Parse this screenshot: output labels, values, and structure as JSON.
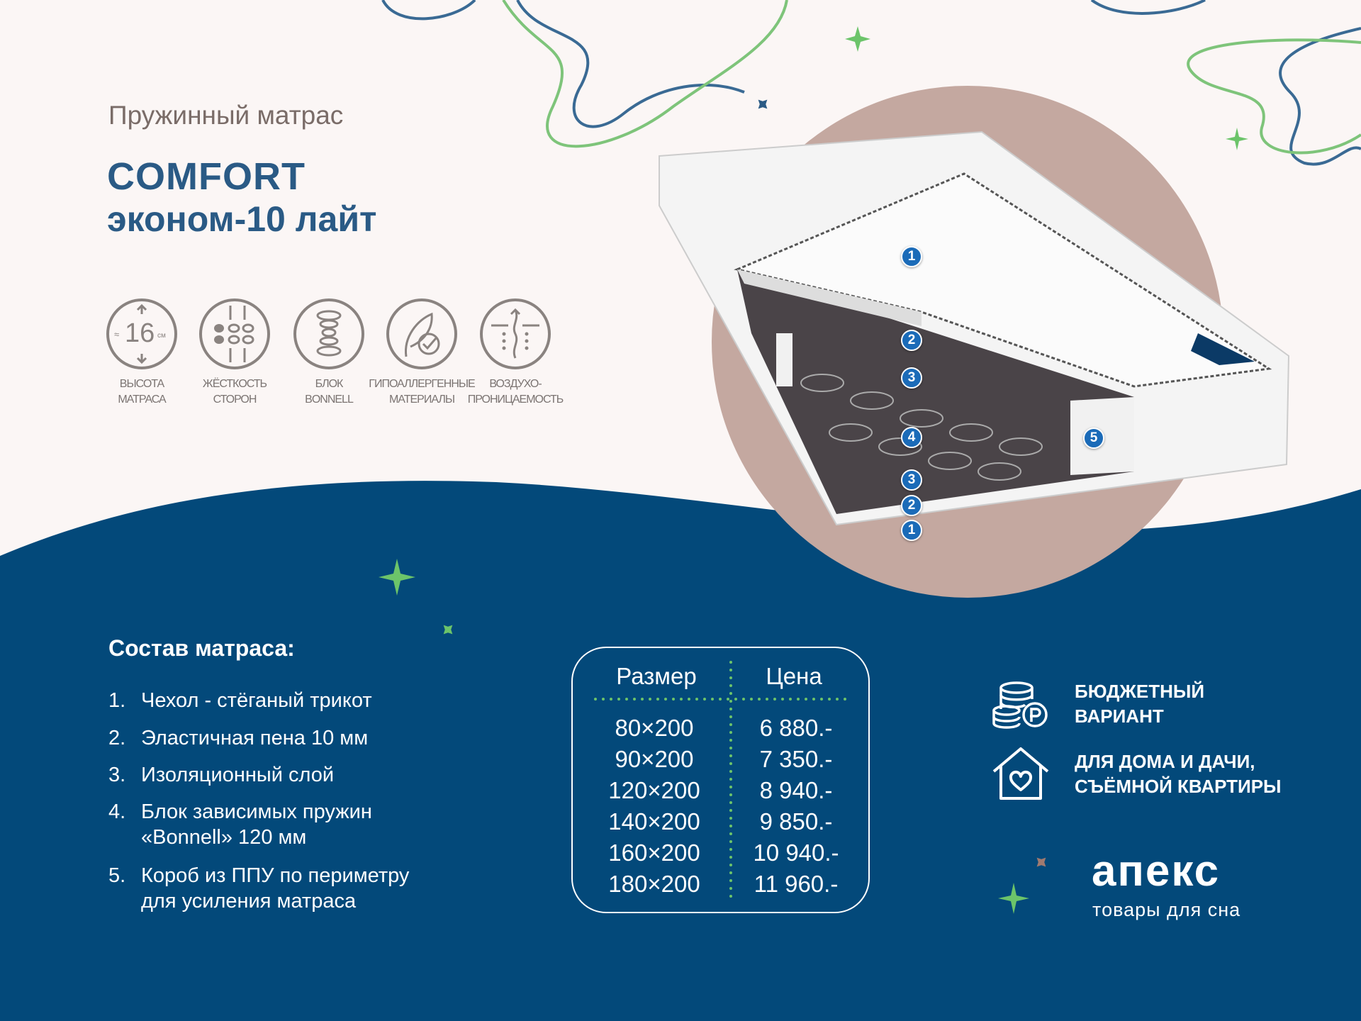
{
  "header": {
    "subtitle": "Пружинный матрас",
    "title_line1": "COMFORT",
    "title_line2": "эконом-10 лайт"
  },
  "features": [
    {
      "icon": "height-16cm-icon",
      "value": "16",
      "unit": "см",
      "approx": "≈",
      "label1": "Высота",
      "label2": "матраса"
    },
    {
      "icon": "firmness-icon",
      "label1": "Жёсткость",
      "label2": "сторон"
    },
    {
      "icon": "spring-icon",
      "label1": "Блок",
      "label2": "Bonnell"
    },
    {
      "icon": "hypoallergenic-feather-icon",
      "label1": "Гипоаллергенные",
      "label2": "материалы"
    },
    {
      "icon": "breathability-icon",
      "label1": "Воздухо-",
      "label2": "проницаемость"
    }
  ],
  "layer_badges": [
    "1",
    "2",
    "3",
    "4",
    "5",
    "3",
    "2",
    "1"
  ],
  "composition": {
    "heading": "Состав матраса:",
    "items": [
      {
        "n": "1.",
        "text": "Чехол - стёганый трикот"
      },
      {
        "n": "2.",
        "text": "Эластичная пена 10 мм"
      },
      {
        "n": "3.",
        "text": "Изоляционный слой"
      },
      {
        "n": "4.",
        "text": "Блок зависимых пружин",
        "text2": "«Bonnell» 120 мм"
      },
      {
        "n": "5.",
        "text": "Короб из ППУ по периметру",
        "text2": "для усиления матраса"
      }
    ]
  },
  "price_table": {
    "headers": [
      "Размер",
      "Цена"
    ],
    "rows": [
      {
        "size": "80×200",
        "price": "6 880.-"
      },
      {
        "size": "90×200",
        "price": "7 350.-"
      },
      {
        "size": "120×200",
        "price": "8 940.-"
      },
      {
        "size": "140×200",
        "price": "9 850.-"
      },
      {
        "size": "160×200",
        "price": "10 940.-"
      },
      {
        "size": "180×200",
        "price": "11 960.-"
      }
    ]
  },
  "benefits": [
    {
      "icon": "coins-icon",
      "line1": "БЮДЖЕТНЫЙ",
      "line2": "ВАРИАНТ"
    },
    {
      "icon": "house-heart-icon",
      "line1": "ДЛЯ ДОМА И ДАЧИ,",
      "line2": "СЪЁМНОЙ КВАРТИРЫ"
    }
  ],
  "brand": {
    "name": "апекс",
    "tagline": "товары для сна"
  },
  "colors": {
    "navy": "#03497a",
    "pink_circle": "#c4a8a0",
    "title_blue": "#2a5a85",
    "green": "#6cc46a",
    "icon_gray": "#8a8380"
  }
}
